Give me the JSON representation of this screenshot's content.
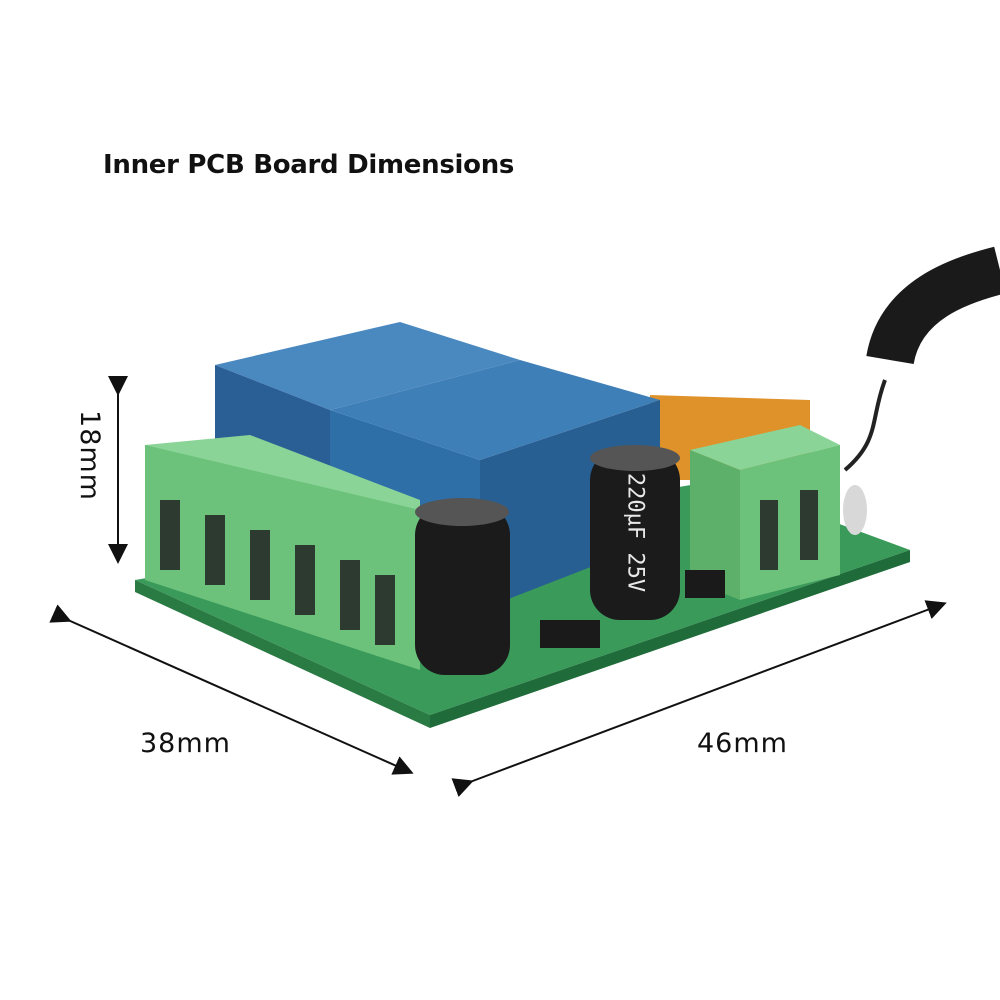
{
  "title": "Inner PCB Board Dimensions",
  "dimensions": {
    "height": "18mm",
    "width": "38mm",
    "length": "46mm"
  },
  "product_lettering": {
    "capacitor": "220µF 25V"
  },
  "colors": {
    "pcb": "#3a9a5a",
    "relay": "#2f6fa8",
    "terminal": "#6cc27a",
    "capacitor": "#1b1b1b"
  }
}
